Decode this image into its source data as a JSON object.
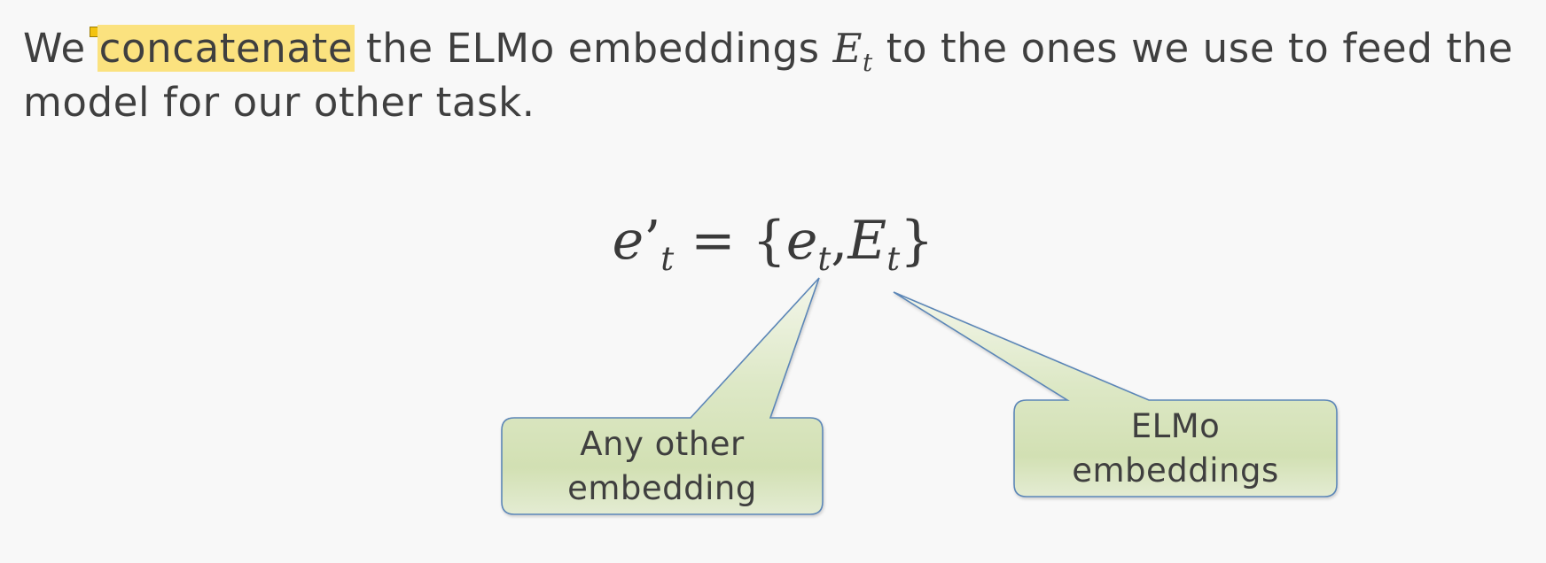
{
  "paragraph": {
    "before_highlight": "We ",
    "highlight": "concatenate",
    "after_highlight": " the ELMo embeddings ",
    "math_symbol": "E",
    "math_subscript": "t",
    "rest": " to the ones we use to feed the model for our other task."
  },
  "equation": {
    "lhs_symbol": "e",
    "lhs_prime": "’",
    "lhs_subscript": "t",
    "equals": " = ",
    "open_brace": "{",
    "term1_symbol": "e",
    "term1_subscript": "t",
    "comma": ",",
    "term2_symbol": "E",
    "term2_subscript": "t",
    "close_brace": "}"
  },
  "callouts": {
    "left": {
      "line1": "Any other",
      "line2": "embedding"
    },
    "right": {
      "line1": "ELMo",
      "line2": "embeddings"
    }
  },
  "colors": {
    "highlight": "#fbe27f",
    "callout_fill_top": "#eef3e3",
    "callout_fill_bottom": "#d2e0b3",
    "callout_border": "#5b86b7",
    "text": "#3f3f3f",
    "background": "#f8f8f8"
  }
}
